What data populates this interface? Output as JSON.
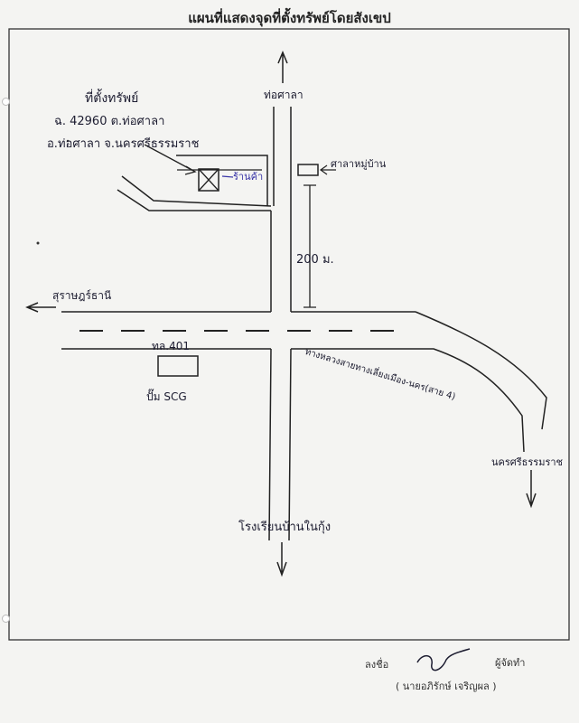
{
  "page": {
    "title": "แผนที่แสดงจุดที่ตั้งทรัพย์โดยสังเขป"
  },
  "property": {
    "heading": "ที่ตั้งทรัพย์",
    "line1": "ฉ. 42960 ต.ท่อศาลา",
    "line2": "อ.ท่อศาลา จ.นครศรีธรรมราช",
    "shop_label": "ร้านค้า"
  },
  "landmarks": {
    "north": "ท่อศาลา",
    "sala": "ศาลาหมู่บ้าน",
    "distance": "200 ม.",
    "west": "สุราษฎร์ธานี",
    "highway": "ทล.401",
    "ptt": "ปั๊ม SCG",
    "bypass": "ทางหลวงสายทางเลี่ยงเมือง-นคร(สาย 4)",
    "east": "นครศรีธรรมราช",
    "school": "โรงเรียนบ้านในกุ้ง"
  },
  "signature": {
    "sign_label": "ลงชื่อ",
    "role": "ผู้จัดทำ",
    "name": "( นายอภิรักษ์ เจริญผล )"
  }
}
